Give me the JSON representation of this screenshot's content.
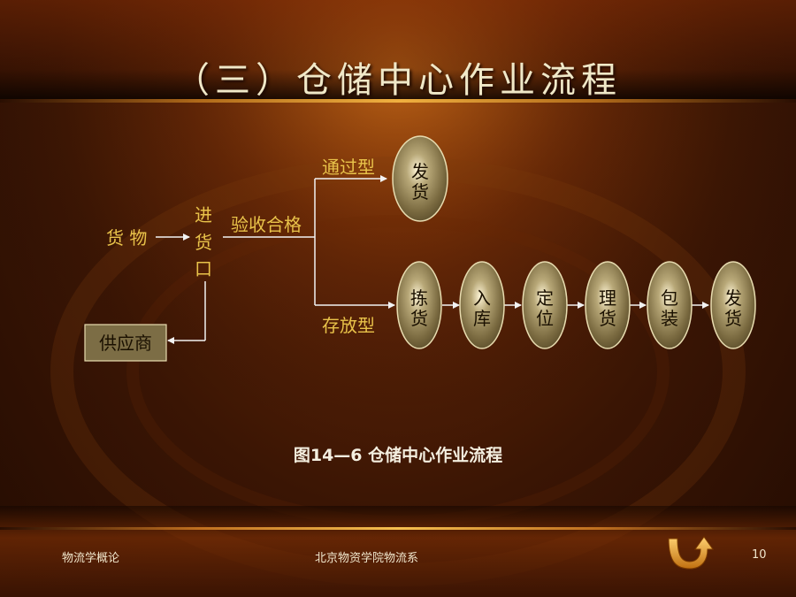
{
  "title": "（三）仓储中心作业流程",
  "diagram": {
    "labels": {
      "goods": "货 物",
      "entry": [
        "进",
        "货",
        "口"
      ],
      "inspection": "验收合格",
      "pass_type": "通过型",
      "storage_type": "存放型",
      "supplier": "供应商"
    },
    "pass_node": [
      "发",
      "货"
    ],
    "storage_nodes": [
      [
        "拣",
        "货"
      ],
      [
        "入",
        "库"
      ],
      [
        "定",
        "位"
      ],
      [
        "理",
        "货"
      ],
      [
        "包",
        "装"
      ],
      [
        "发",
        "货"
      ]
    ]
  },
  "caption": "图14—6  仓储中心作业流程",
  "footer": {
    "left": "物流学概论",
    "center": "北京物资学院物流系",
    "page": "10"
  },
  "colors": {
    "label_text": "#e9c34a",
    "node_fill": "#7a6a40",
    "node_stroke": "#e8dcb0",
    "line": "#f2f2f2"
  },
  "icons": {
    "return": "u-turn-arrow-icon"
  }
}
